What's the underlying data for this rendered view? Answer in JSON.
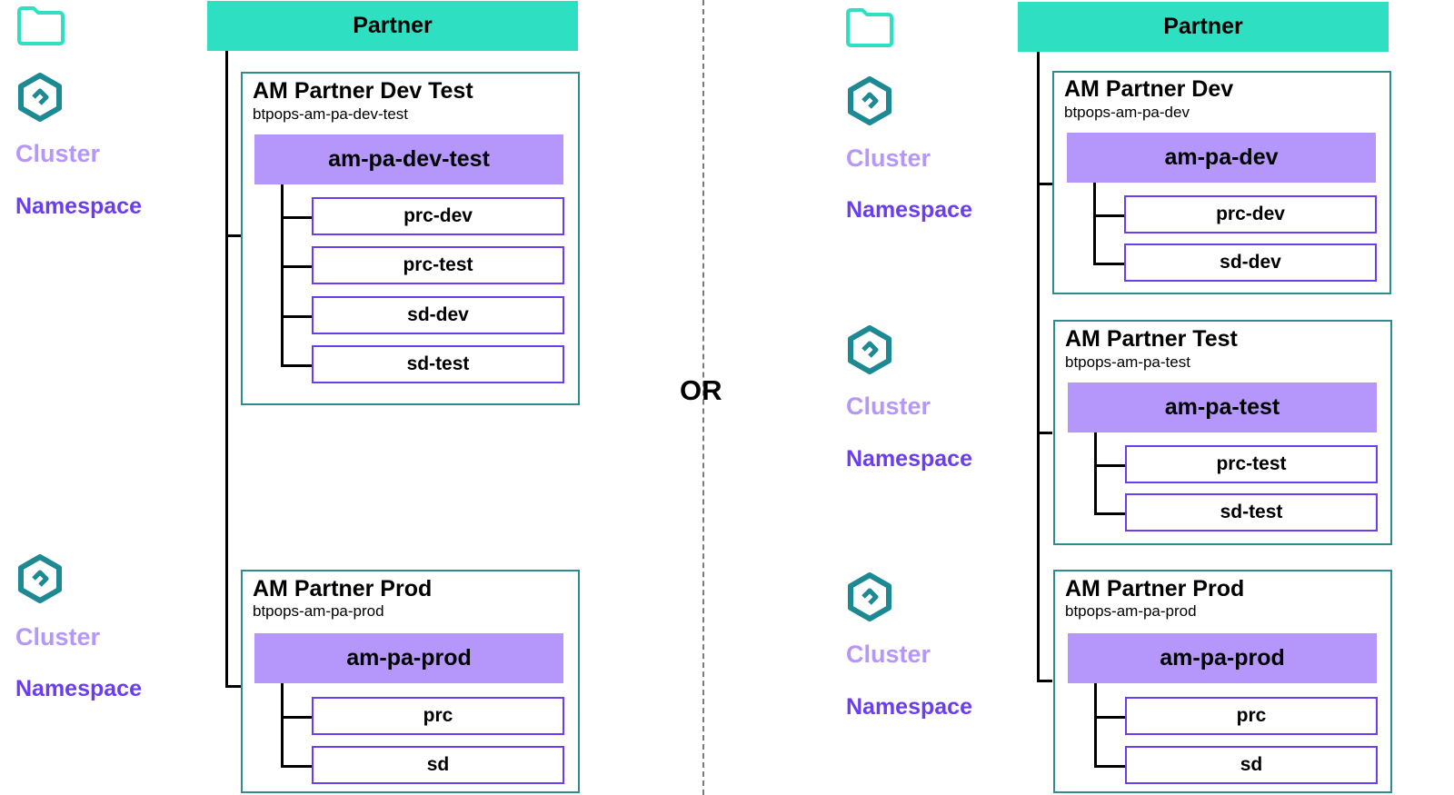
{
  "separator": "OR",
  "colors": {
    "partner": "#2ee0c1",
    "account_border": "#2e8b8f",
    "cluster": "#b597fb",
    "namespace": "#6a3df0"
  },
  "legend": {
    "folder_icon": "folder-icon",
    "cluster_icon": "kubernetes-cluster-icon",
    "cluster_label": "Cluster",
    "namespace_label": "Namespace"
  },
  "left": {
    "partner": "Partner",
    "accounts": [
      {
        "title": "AM Partner Dev Test",
        "subtitle": "btpops-am-pa-dev-test",
        "cluster": "am-pa-dev-test",
        "namespaces": [
          "prc-dev",
          "prc-test",
          "sd-dev",
          "sd-test"
        ]
      },
      {
        "title": "AM Partner Prod",
        "subtitle": "btpops-am-pa-prod",
        "cluster": "am-pa-prod",
        "namespaces": [
          "prc",
          "sd"
        ]
      }
    ]
  },
  "right": {
    "partner": "Partner",
    "accounts": [
      {
        "title": "AM Partner Dev",
        "subtitle": "btpops-am-pa-dev",
        "cluster": "am-pa-dev",
        "namespaces": [
          "prc-dev",
          "sd-dev"
        ]
      },
      {
        "title": "AM Partner Test",
        "subtitle": "btpops-am-pa-test",
        "cluster": "am-pa-test",
        "namespaces": [
          "prc-test",
          "sd-test"
        ]
      },
      {
        "title": "AM Partner Prod",
        "subtitle": "btpops-am-pa-prod",
        "cluster": "am-pa-prod",
        "namespaces": [
          "prc",
          "sd"
        ]
      }
    ]
  }
}
